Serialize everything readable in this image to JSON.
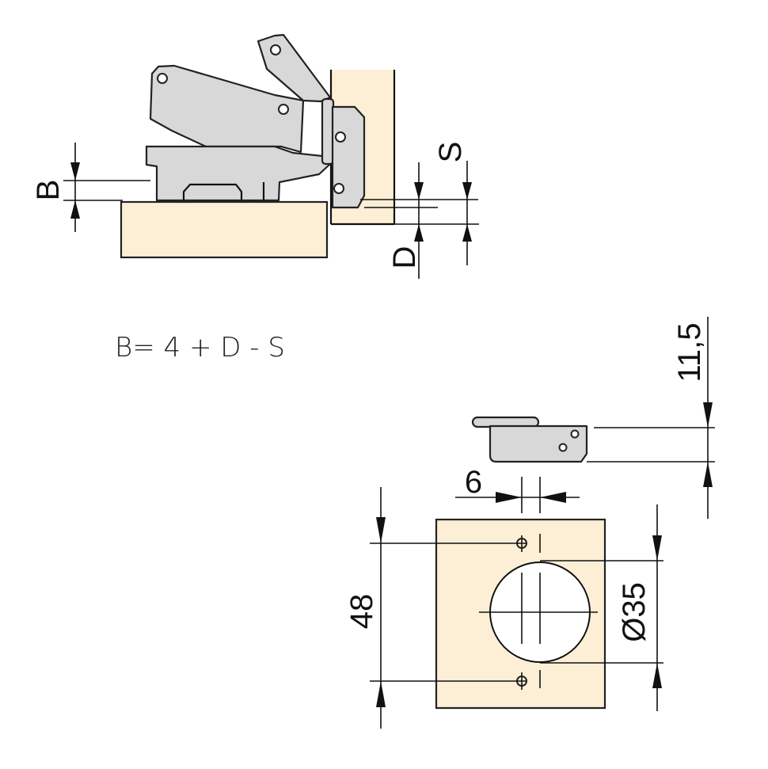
{
  "top_view": {
    "label_b": "B",
    "label_s": "S",
    "label_d": "D",
    "formula": "B= 4 + D - S"
  },
  "cup_view": {
    "label_depth": "11,5",
    "label_offset": "6",
    "label_spacing": "48",
    "label_diameter": "Ø35"
  },
  "colors": {
    "wood": "#fcefd6",
    "metal": "#d8d8d8",
    "line": "#111111"
  }
}
